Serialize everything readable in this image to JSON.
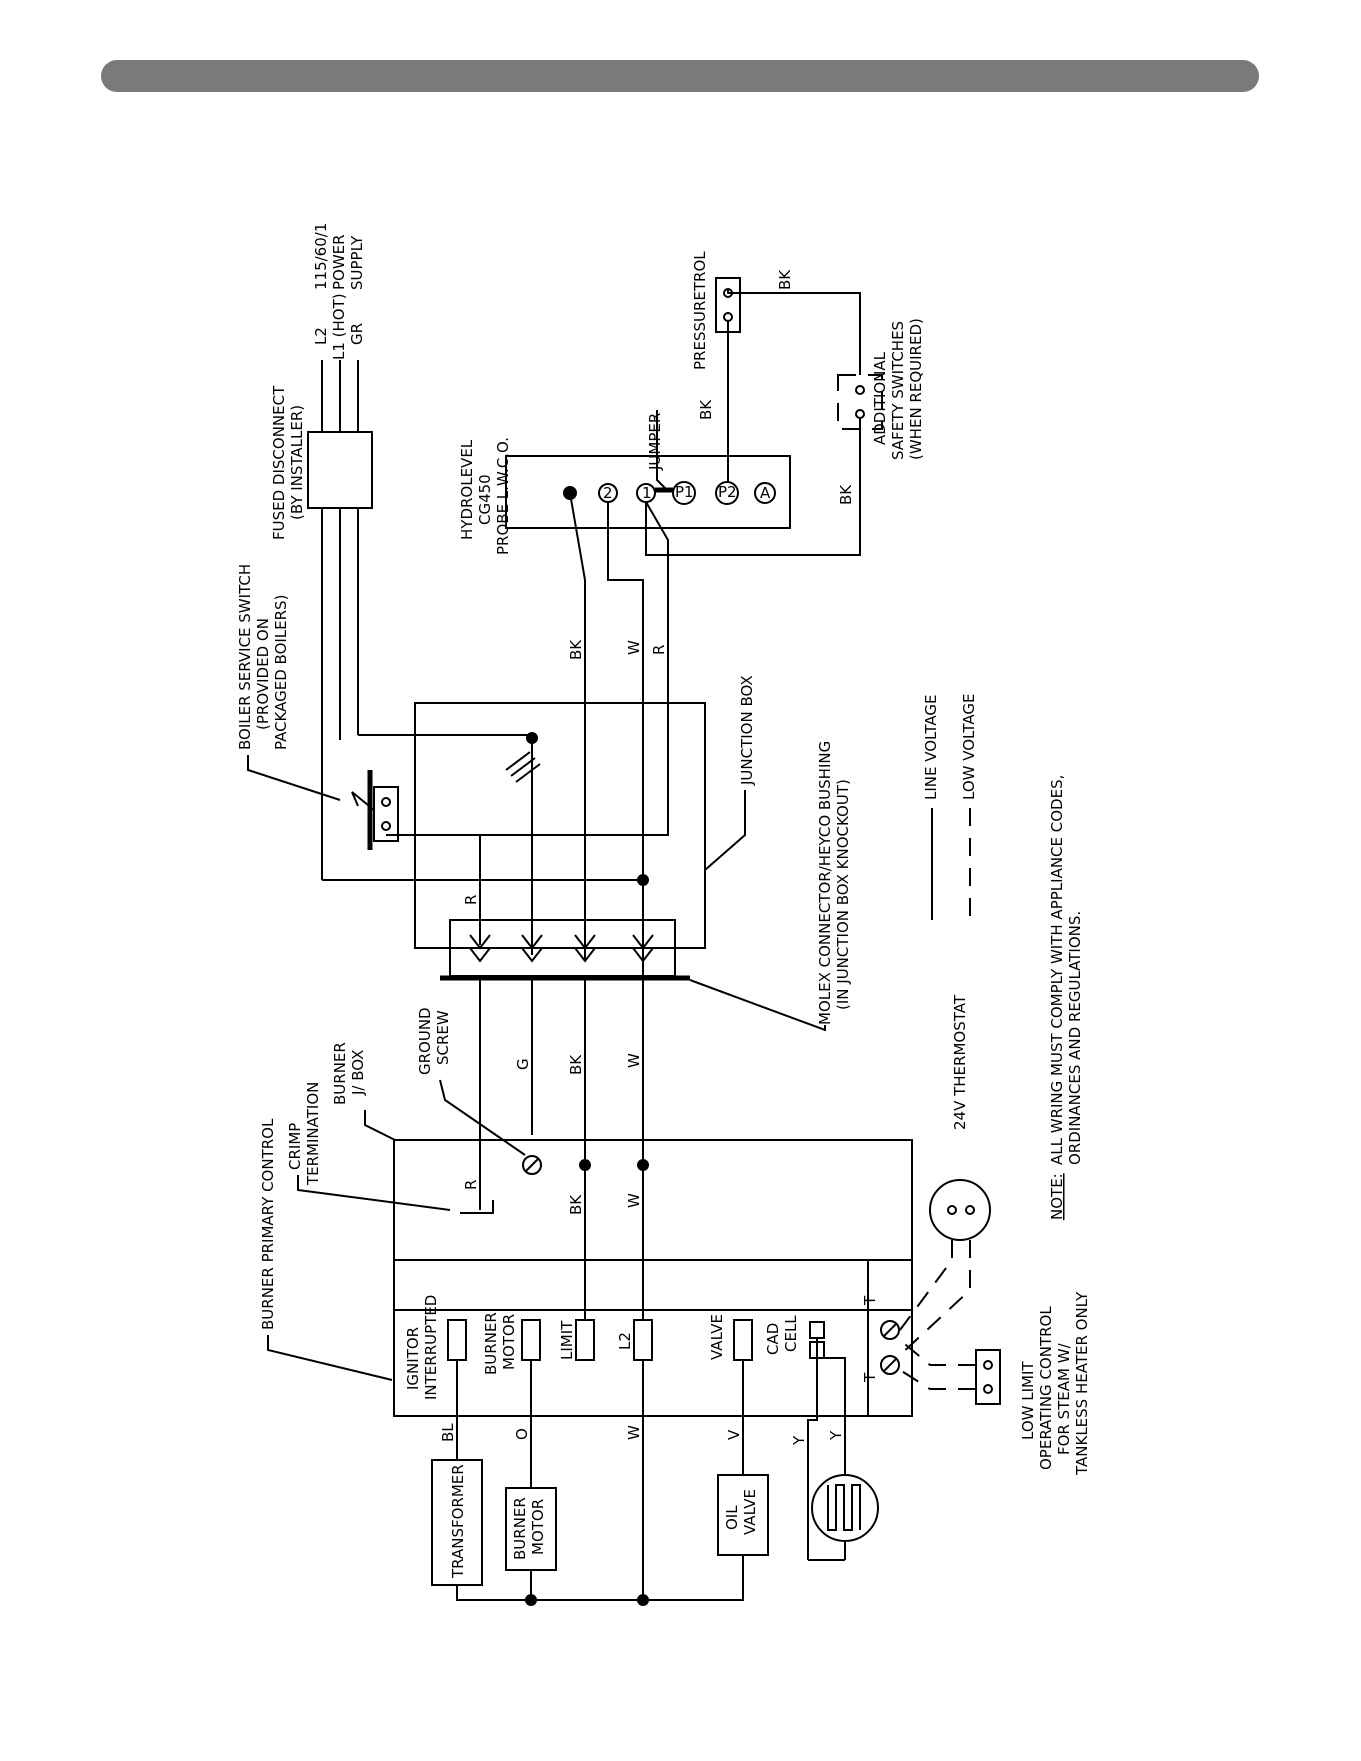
{
  "labels": {
    "power_supply": [
      "115/60/1",
      "POWER",
      "SUPPLY"
    ],
    "l2": "L2",
    "l1_hot": "L1 (HOT)",
    "gr": "GR",
    "fused_disconnect": [
      "FUSED DISCONNECT",
      "(BY INSTALLER)"
    ],
    "boiler_service_switch": [
      "BOILER SERVICE SWITCH",
      "(PROVIDED ON",
      "PACKAGED BOILERS)"
    ],
    "hydrolevel": [
      "HYDROLEVEL",
      "CG450",
      "PROBE L.W.C.O."
    ],
    "jumper": "JUMPER",
    "pressuretrol": "PRESSURETROL",
    "additional_switches": [
      "ADDITIONAL",
      "SAFETY SWITCHES",
      "(WHEN REQUIRED)"
    ],
    "junction_box": "JUNCTION BOX",
    "molex": [
      "MOLEX CONNECTOR/HEYCO BUSHING",
      "(IN JUNCTION BOX KNOCKOUT)"
    ],
    "line_voltage": "LINE VOLTAGE",
    "low_voltage": "LOW VOLTAGE",
    "thermostat": "24V THERMOSTAT",
    "note_label": "NOTE:",
    "note_text": [
      "ALL WRING MUST COMPLY WITH APPLIANCE CODES,",
      "ORDINANCES AND REGULATIONS."
    ],
    "burner_primary_control": "BURNER PRIMARY CONTROL",
    "crimp_termination": [
      "CRIMP",
      "TERMINATION"
    ],
    "burner_jbox": [
      "BURNER",
      "J/ BOX"
    ],
    "ground_screw": [
      "GROUND",
      "SCREW"
    ],
    "ignitor": [
      "IGNITOR",
      "INTERRUPTED"
    ],
    "burner_motor_term": [
      "BURNER",
      "MOTOR"
    ],
    "limit": "LIMIT",
    "l2_term": "L2",
    "valve": "VALVE",
    "cad_cell": [
      "CAD",
      "CELL"
    ],
    "t1": "T",
    "t2": "T",
    "low_limit": [
      "LOW LIMIT",
      "OPERATING CONTROL",
      "FOR STEAM W/",
      "TANKLESS HEATER ONLY"
    ],
    "transformer": "TRANSFORMER",
    "burner_motor": [
      "BURNER",
      "MOTOR"
    ],
    "oil_valve": [
      "OIL",
      "VALVE"
    ],
    "lwco_terminals": [
      "2",
      "1",
      "P1",
      "P2",
      "A"
    ]
  },
  "wire_labels": {
    "bk_top": "BK",
    "w_top": "W",
    "r_top": "R",
    "r_junction": "R",
    "g_mid": "G",
    "bk_mid": "BK",
    "w_mid": "W",
    "r_ctrl": "R",
    "bk_ctrl": "BK",
    "w_ctrl": "W",
    "bl": "BL",
    "o": "O",
    "w_left": "W",
    "v": "V",
    "y1": "Y",
    "y2": "Y",
    "bk_p2": "BK",
    "bk_press": "BK",
    "bk_safety": "BK"
  }
}
